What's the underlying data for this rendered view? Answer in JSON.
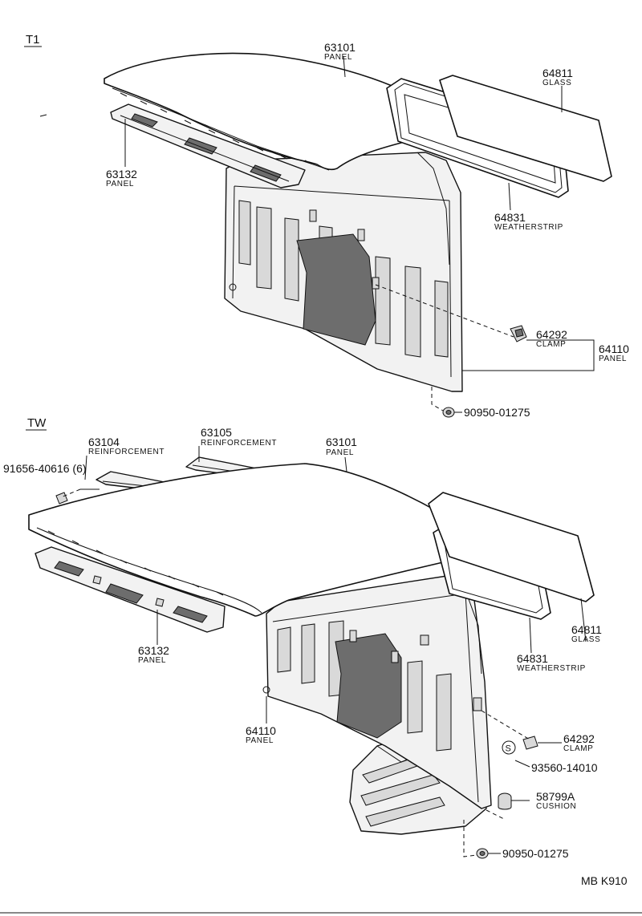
{
  "sections": {
    "t1": {
      "header": "T1",
      "callouts": [
        {
          "part_no": "63101",
          "name": "PANEL"
        },
        {
          "part_no": "64811",
          "name": "GLASS"
        },
        {
          "part_no": "63132",
          "name": "PANEL"
        },
        {
          "part_no": "64831",
          "name": "WEATHERSTRIP"
        },
        {
          "part_no": "64292",
          "name": "CLAMP"
        },
        {
          "part_no": "64110",
          "name": "PANEL"
        },
        {
          "part_no": "90950-01275",
          "name": ""
        }
      ]
    },
    "tw": {
      "header": "TW",
      "callouts": [
        {
          "part_no": "63104",
          "name": "REINFORCEMENT"
        },
        {
          "part_no": "63105",
          "name": "REINFORCEMENT"
        },
        {
          "part_no": "63101",
          "name": "PANEL"
        },
        {
          "part_no": "91656-40616 (6)",
          "name": ""
        },
        {
          "part_no": "63132",
          "name": "PANEL"
        },
        {
          "part_no": "64811",
          "name": "GLASS"
        },
        {
          "part_no": "64831",
          "name": "WEATHERSTRIP"
        },
        {
          "part_no": "64110",
          "name": "PANEL"
        },
        {
          "part_no": "64292",
          "name": "CLAMP"
        },
        {
          "part_no": "93560-14010",
          "name": ""
        },
        {
          "part_no": "58799A",
          "name": "CUSHION"
        },
        {
          "part_no": "90950-01275",
          "name": ""
        }
      ]
    }
  },
  "markers": {
    "s_symbol": "S"
  },
  "footer_code": "MB K910"
}
